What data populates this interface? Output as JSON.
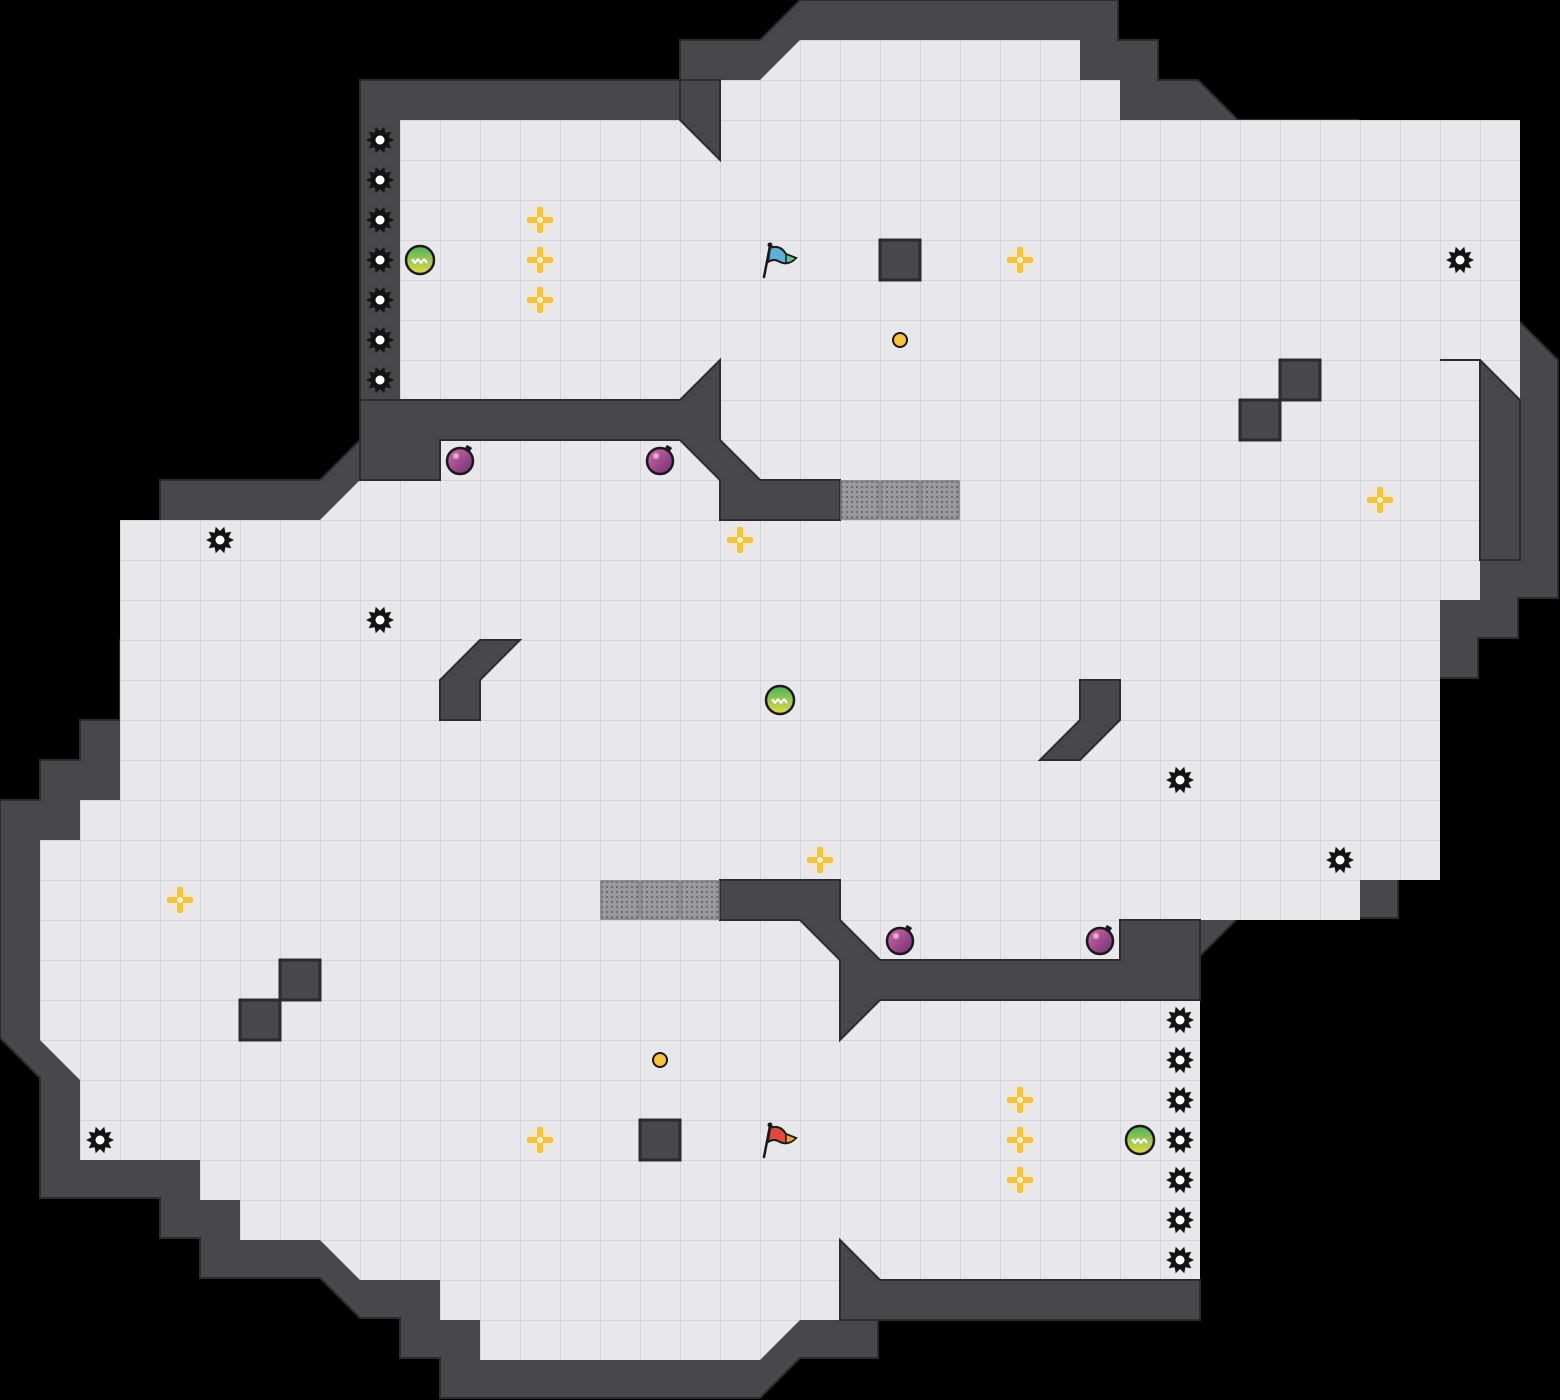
{
  "map": {
    "title": "",
    "colors": {
      "background": "#000000",
      "floor": "#e8e8ec",
      "floor_grid": "#d4d4da",
      "wall": "#48484c",
      "wall_edge": "#2c2c30",
      "grate": "#8e8e92",
      "gold": "#f5c242",
      "flag_team_a": "#5fb0d8",
      "flag_team_b": "#e04a3c",
      "bomb": "#8e3d78",
      "boost": "#7cc35a",
      "spike": "#141414"
    }
  },
  "entities": {
    "spikes": [
      {
        "c": 9,
        "r": 3
      },
      {
        "c": 9,
        "r": 4
      },
      {
        "c": 9,
        "r": 5
      },
      {
        "c": 9,
        "r": 6
      },
      {
        "c": 9,
        "r": 7
      },
      {
        "c": 9,
        "r": 8
      },
      {
        "c": 9,
        "r": 9
      },
      {
        "c": 36,
        "r": 6
      },
      {
        "c": 5,
        "r": 13
      },
      {
        "c": 9,
        "r": 15
      },
      {
        "c": 29,
        "r": 19
      },
      {
        "c": 33,
        "r": 21
      },
      {
        "c": 2,
        "r": 28
      },
      {
        "c": 29,
        "r": 25
      },
      {
        "c": 29,
        "r": 26
      },
      {
        "c": 29,
        "r": 27
      },
      {
        "c": 29,
        "r": 28
      },
      {
        "c": 29,
        "r": 29
      },
      {
        "c": 29,
        "r": 30
      },
      {
        "c": 29,
        "r": 31
      }
    ],
    "boosts": [
      {
        "c": 10,
        "r": 6
      },
      {
        "c": 19,
        "r": 17
      },
      {
        "c": 28,
        "r": 28
      }
    ],
    "powerups": [
      {
        "c": 13,
        "r": 5
      },
      {
        "c": 13,
        "r": 6
      },
      {
        "c": 13,
        "r": 7
      },
      {
        "c": 25,
        "r": 6
      },
      {
        "c": 34,
        "r": 12
      },
      {
        "c": 18,
        "r": 13
      },
      {
        "c": 20,
        "r": 21
      },
      {
        "c": 4,
        "r": 22
      },
      {
        "c": 25,
        "r": 27
      },
      {
        "c": 25,
        "r": 28
      },
      {
        "c": 25,
        "r": 29
      },
      {
        "c": 13,
        "r": 28
      }
    ],
    "bombs": [
      {
        "c": 11,
        "r": 11
      },
      {
        "c": 16,
        "r": 11
      },
      {
        "c": 22,
        "r": 23
      },
      {
        "c": 27,
        "r": 23
      }
    ],
    "flags": [
      {
        "c": 19,
        "r": 6,
        "team": "a"
      },
      {
        "c": 19,
        "r": 28,
        "team": "b"
      }
    ],
    "gates": [
      {
        "c": 22,
        "r": 8
      },
      {
        "c": 16,
        "r": 26
      }
    ],
    "grates": [
      {
        "c": 21,
        "r": 12
      },
      {
        "c": 22,
        "r": 12
      },
      {
        "c": 23,
        "r": 12
      },
      {
        "c": 15,
        "r": 22
      },
      {
        "c": 16,
        "r": 22
      },
      {
        "c": 17,
        "r": 22
      }
    ],
    "blocks": [
      {
        "c": 22,
        "r": 6
      },
      {
        "c": 32,
        "r": 9
      },
      {
        "c": 31,
        "r": 10
      },
      {
        "c": 7,
        "r": 24
      },
      {
        "c": 6,
        "r": 25
      },
      {
        "c": 16,
        "r": 28
      }
    ]
  }
}
